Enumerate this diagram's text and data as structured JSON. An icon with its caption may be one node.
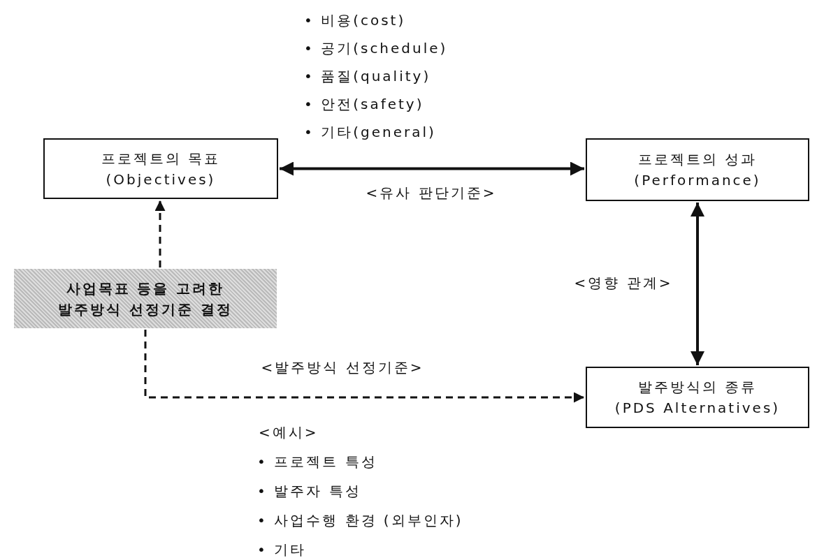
{
  "diagram": {
    "nodes": [
      {
        "text": [
          "프로젝트의 목표 (Objectives)"
        ]
      },
      {
        "text": [
          "프로젝트의 성과 (Performance)"
        ]
      },
      {
        "text": [
          "사업목표 등을 고려한 발주방식 선정기준 결정"
        ]
      },
      {
        "text": [
          "발주방식의 종류 (PDS Alternatives)"
        ]
      }
    ],
    "edges": [
      {
        "from": 0,
        "to": 1,
        "arrow": "both",
        "label": "<유사 판단기준>"
      },
      {
        "from": 1,
        "to": 3,
        "arrow": "both",
        "label": "<영향 관계>"
      },
      {
        "from": 2,
        "to": 0,
        "arrow": "to",
        "style": "dashed"
      },
      {
        "from": 2,
        "to": 3,
        "arrow": "to",
        "style": "dashed",
        "label": "<발주방식 선정기준>"
      }
    ],
    "labels": [
      "• 비용(cost)",
      "• 공기(schedule)",
      "• 품질(quality)",
      "• 안전(safety)",
      "• 기타(general)",
      "<예시>",
      "• 프로젝트 특성",
      "• 발주자 특성",
      "• 사업수행 환경 (외부인자)",
      "• 기타"
    ]
  }
}
